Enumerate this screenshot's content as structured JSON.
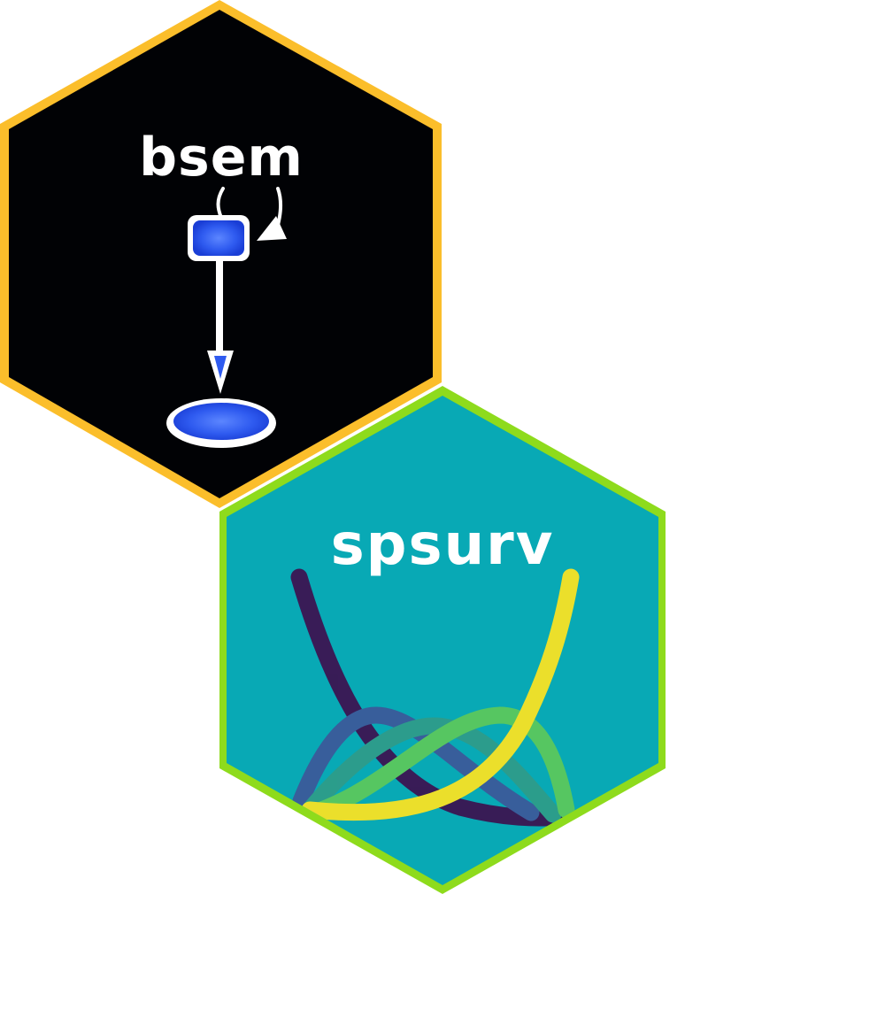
{
  "stickers": [
    {
      "name": "bsem",
      "title": "bsem",
      "background": "#010205",
      "border": "#FBBE2B",
      "accent": "#2F5BF0",
      "icon": "path-diagram-icon"
    },
    {
      "name": "spsurv",
      "title": "spsurv",
      "background": "#08A9B5",
      "border": "#8EDB1C",
      "curve_colors": [
        "#3C1552",
        "#3B5A9A",
        "#2E9C8A",
        "#5BC85D",
        "#F8E224"
      ],
      "icon": "bernstein-curves-icon"
    }
  ]
}
